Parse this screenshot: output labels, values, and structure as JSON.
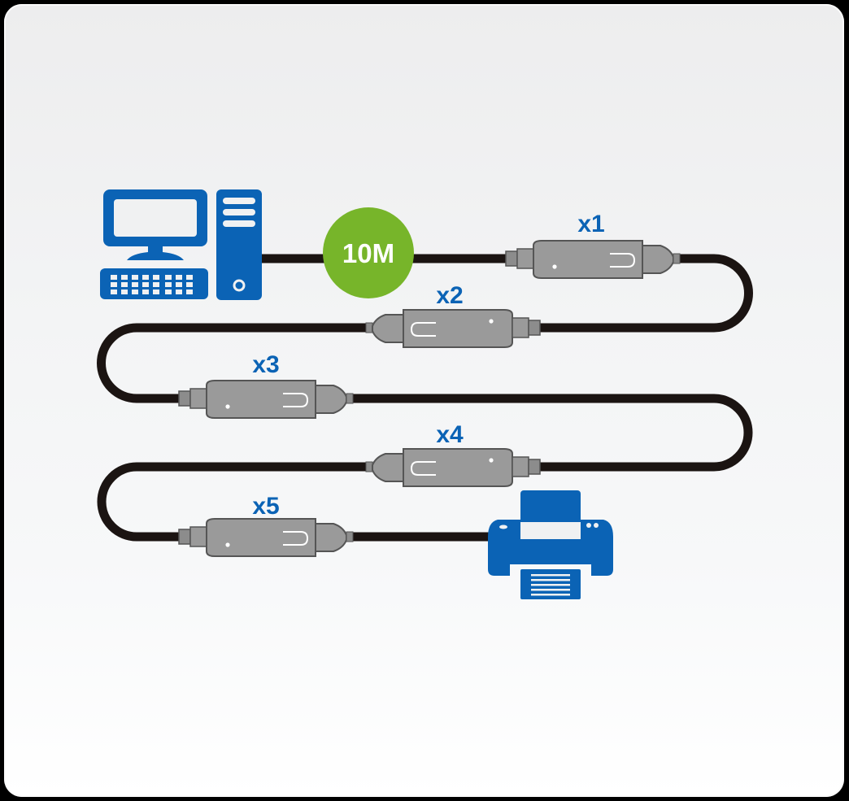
{
  "diagram": {
    "type": "usb-extension-daisy-chain",
    "length_badge": {
      "label": "10M",
      "color": "#77b52a"
    },
    "source_device": {
      "icon": "desktop-computer-icon",
      "color": "#0b63b5"
    },
    "target_device": {
      "icon": "printer-icon",
      "color": "#0b63b5"
    },
    "cable_color": "#1b1412",
    "connector_color": "#9a9a9a",
    "label_color": "#0b63b5",
    "repeaters": [
      {
        "label": "x1"
      },
      {
        "label": "x2"
      },
      {
        "label": "x3"
      },
      {
        "label": "x4"
      },
      {
        "label": "x5"
      }
    ]
  }
}
